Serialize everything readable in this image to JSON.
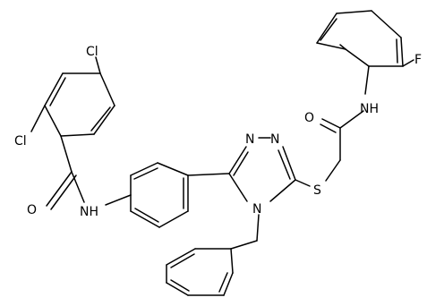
{
  "atoms": {
    "cl_para": "Cl",
    "cl_ortho": "Cl",
    "o_amide": "O",
    "nh_amide": "NH",
    "n_triazole_1": "N",
    "n_triazole_2": "N",
    "n_triazole_4": "N",
    "s_thioether": "S",
    "o_acetamide": "O",
    "nh_acetamide": "NH",
    "f": "F"
  }
}
